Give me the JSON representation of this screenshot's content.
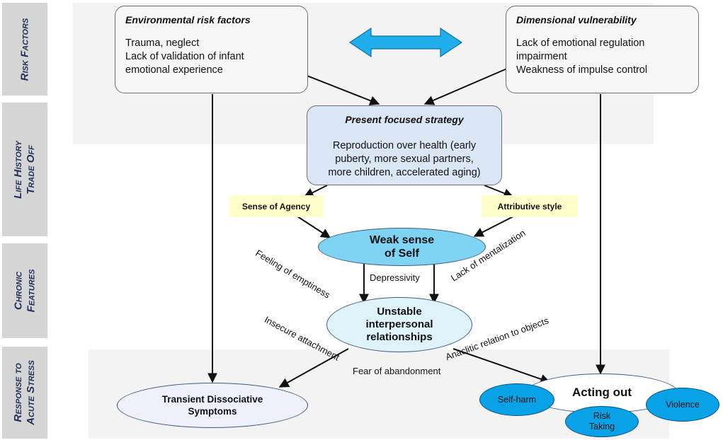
{
  "sidebar": {
    "risk_factors": "Risk Factors",
    "life_history": "Life History\nTrade Off",
    "chronic": "Chronic\nFeatures",
    "response": "Response to\nAcute Stress"
  },
  "env_box": {
    "title": "Environmental risk factors",
    "line1": "Trauma, neglect",
    "line2": "Lack of validation of infant",
    "line3": "emotional experience"
  },
  "dim_box": {
    "title": "Dimensional vulnerability",
    "line1": "Lack of emotional regulation",
    "line2": "impairment",
    "line3": "Weakness of impulse control"
  },
  "strategy_box": {
    "title": "Present focused strategy",
    "line1": "Reproduction over health (early",
    "line2": "puberty, more sexual partners,",
    "line3": "more children, accelerated aging)"
  },
  "sense_of_agency": "Sense of Agency",
  "attributive_style": "Attributive style",
  "weak_self": "Weak sense\nof Self",
  "unstable": "Unstable\ninterpersonal\nrelationships",
  "labels": {
    "feeling_emptiness": "Feeling of emptiness",
    "depressivity": "Depressivity",
    "lack_mentalization": "Lack of mentalization",
    "insecure_attachment": "Insecure attachment",
    "anaclitic": "Anaclitic relation to objects",
    "fear_abandonment": "Fear of abandonment"
  },
  "dissociative": "Transient Dissociative\nSymptoms",
  "acting_out": "Acting out",
  "self_harm": "Self-harm",
  "risk_taking": "Risk\nTaking",
  "violence": "Violence",
  "colors": {
    "sidebar": "#d5d5d5",
    "sidebar_text": "#1f2f5a",
    "band": "#f3f3f3",
    "strategy_fill": "#dbe6f4",
    "weak_self_fill": "#7fd3f2",
    "unstable_fill": "#dff3fb",
    "dissociative_fill": "#eef1fa",
    "blue_oval": "#0aa2e6",
    "double_arrow": "#1faee9",
    "yellow": "#ffffcc"
  }
}
